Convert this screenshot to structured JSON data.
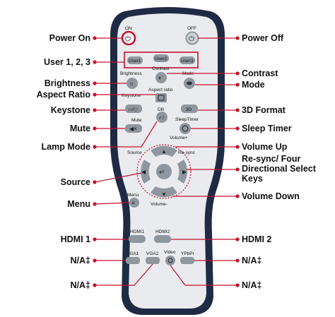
{
  "colors": {
    "accent": "#c8102e",
    "remote_body": "#1f2a44",
    "face": "#e9ebee",
    "button": "#8f969e"
  },
  "labels_left": [
    {
      "id": "power-on",
      "text": "Power On"
    },
    {
      "id": "user-keys",
      "text": "User 1, 2, 3"
    },
    {
      "id": "brightness",
      "text": "Brightness"
    },
    {
      "id": "aspect-ratio",
      "text": "Aspect Ratio"
    },
    {
      "id": "keystone",
      "text": "Keystone"
    },
    {
      "id": "mute",
      "text": "Mute"
    },
    {
      "id": "lamp-mode",
      "text": "Lamp Mode"
    },
    {
      "id": "source",
      "text": "Source"
    },
    {
      "id": "menu",
      "text": "Menu"
    },
    {
      "id": "hdmi1",
      "text": "HDMI 1"
    },
    {
      "id": "na-1",
      "text": "N/A‡"
    },
    {
      "id": "na-2",
      "text": "N/A‡"
    }
  ],
  "labels_right": [
    {
      "id": "power-off",
      "text": "Power Off"
    },
    {
      "id": "contrast",
      "text": "Contrast"
    },
    {
      "id": "mode",
      "text": "Mode"
    },
    {
      "id": "3d-format",
      "text": "3D Format"
    },
    {
      "id": "sleep-timer",
      "text": "Sleep Timer"
    },
    {
      "id": "volume-up",
      "text": "Volume Up"
    },
    {
      "id": "resync",
      "text": "Re-sync/ Four Directional Select Keys"
    },
    {
      "id": "volume-down",
      "text": "Volume Down"
    },
    {
      "id": "hdmi2",
      "text": "HDMI 2"
    },
    {
      "id": "na-3",
      "text": "N/A‡"
    },
    {
      "id": "na-4",
      "text": "N/A‡"
    }
  ],
  "remote_keys": {
    "on": "ON",
    "off": "OFF",
    "user1": "User1",
    "user2": "User2",
    "user3": "User3",
    "brightness": "Brightness",
    "contrast": "Contrast",
    "mode": "Mode",
    "keystone": "Keystone",
    "aspect_ratio": "Aspect ratio",
    "threed": "3D",
    "mute": "Mute",
    "db": "DB",
    "sleep_timer": "SleepTimer",
    "volume_plus": "Volume+",
    "volume_minus": "Volume-",
    "source": "Source",
    "resync": "Re-sync",
    "menu": "Menu",
    "hdmi1": "HDMI1",
    "hdmi2": "HDMI2",
    "vga1": "VGA1",
    "vga2": "VGA2",
    "video": "Video",
    "ypbpr": "YPbPr"
  }
}
